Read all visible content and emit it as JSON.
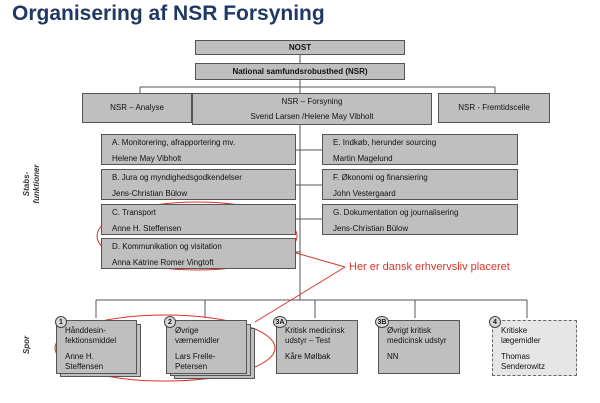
{
  "title": "Organisering af NSR Forsyning",
  "top": {
    "nost": "NOST",
    "nsr": "National samfundsrobusthed (NSR)"
  },
  "row3": {
    "analyse": "NSR – Analyse",
    "forsyning_line1": "NSR – Forsyning",
    "forsyning_line2": "Svend Larsen /Helene May Vibholt",
    "fremtid": "NSR - Fremtidscelle"
  },
  "staff_label": "Stabs-\nfunktioner",
  "staff_left": [
    {
      "line1": "A.  Monitorering, afrapportering mv.",
      "line2": "Helene May Vibholt"
    },
    {
      "line1": "B. Jura og myndighedsgodkendelser",
      "line2": "Jens-Christian Bülow"
    },
    {
      "line1": "C. Transport",
      "line2": "Anne H. Steffensen"
    },
    {
      "line1": "D. Kommunikation og visitation",
      "line2": "Anna Katrine Romer Vingtoft"
    }
  ],
  "staff_right": [
    {
      "line1": "E. Indkøb, herunder sourcing",
      "line2": "Martin Magelund"
    },
    {
      "line1": "F. Økonomi og finansiering",
      "line2": "John Vestergaard"
    },
    {
      "line1": "G. Dokumentation og journalisering",
      "line2": "Jens-Christian Bülow"
    }
  ],
  "callout": "Her er dansk erhvervsliv placeret",
  "tracks_label": "Spor",
  "tracks": [
    {
      "badge": "1",
      "l1": "Hånddesin-",
      "l2": "fektionsmiddel",
      "l3": "Anne H.",
      "l4": "Steffensen"
    },
    {
      "badge": "2",
      "l1": "Øvrige",
      "l2": "værnemidler",
      "l3": "Lars Frelle-",
      "l4": "Petersen"
    },
    {
      "badge": "3A",
      "l1": "Kritisk medicinsk",
      "l2": "udstyr – Test",
      "l3": "Kåre Mølbak",
      "l4": ""
    },
    {
      "badge": "3B",
      "l1": "Øvrigt kritisk",
      "l2": "medicinsk udstyr",
      "l3": "NN",
      "l4": ""
    },
    {
      "badge": "4",
      "l1": "Kritiske",
      "l2": "lægemidler",
      "l3": "Thomas",
      "l4": "Senderowitz"
    }
  ],
  "colors": {
    "title": "#1f3864",
    "box": "#bfbfbf",
    "accent_red": "#d9342b"
  }
}
